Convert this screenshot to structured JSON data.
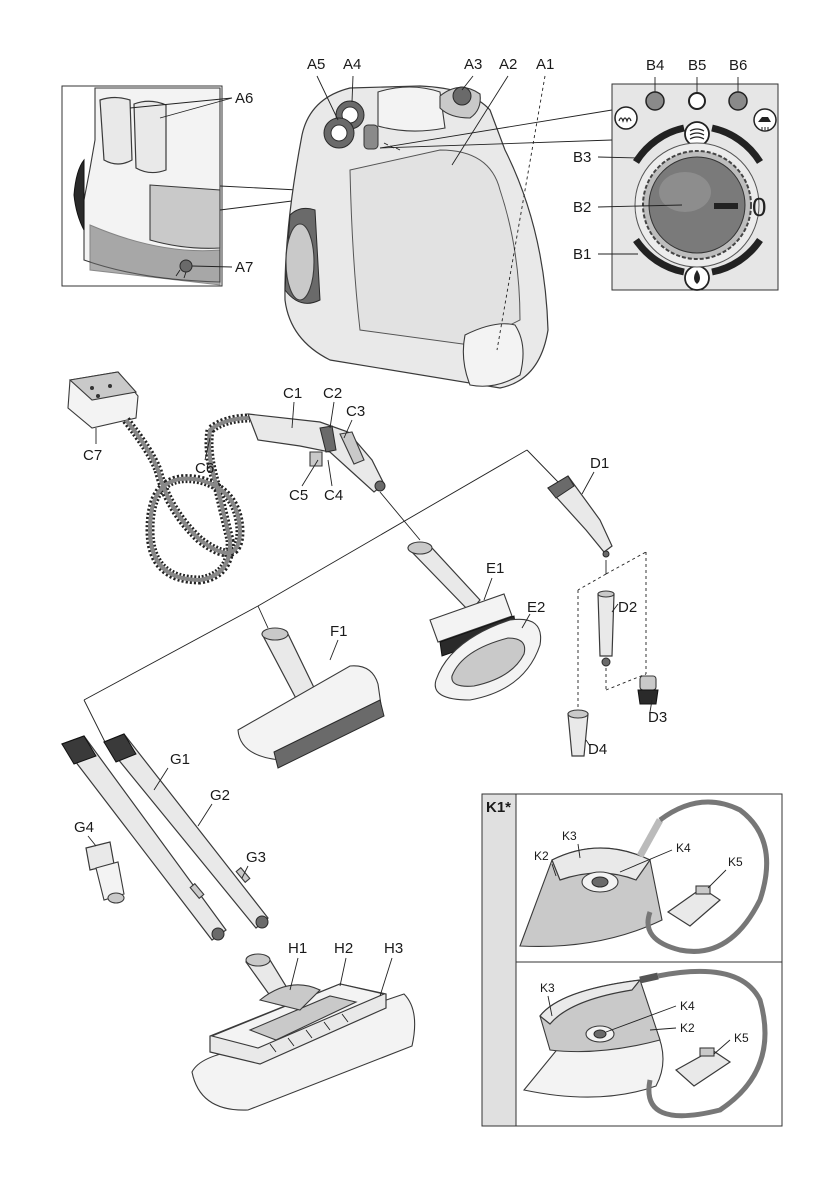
{
  "labels": {
    "A1": "A1",
    "A2": "A2",
    "A3": "A3",
    "A4": "A4",
    "A5": "A5",
    "A6": "A6",
    "A7": "A7",
    "B1": "B1",
    "B2": "B2",
    "B3": "B3",
    "B4": "B4",
    "B5": "B5",
    "B6": "B6",
    "B_zero": "0",
    "C1": "C1",
    "C2": "C2",
    "C3": "C3",
    "C4": "C4",
    "C5": "C5",
    "C6": "C6",
    "C7": "C7",
    "D1": "D1",
    "D2": "D2",
    "D3": "D3",
    "D4": "D4",
    "E1": "E1",
    "E2": "E2",
    "F1": "F1",
    "G1": "G1",
    "G2": "G2",
    "G3": "G3",
    "G4": "G4",
    "H1": "H1",
    "H2": "H2",
    "H3": "H3",
    "K1": "K1*",
    "K_top": {
      "K2": "K2",
      "K3": "K3",
      "K4": "K4",
      "K5": "K5"
    },
    "K_bottom": {
      "K2": "K2",
      "K3": "K3",
      "K4": "K4",
      "K5": "K5"
    }
  },
  "colors": {
    "line": "#222222",
    "body": "#e9e9e9",
    "panel": "#e6e6e6",
    "knob": "#7a7a7a",
    "accent_dark": "#2a2a2a"
  },
  "icons": {
    "B3_icon": "steam-icon",
    "B1_icon": "water-drop-icon",
    "B4_side_icon": "heating-coil-icon",
    "B6_side_icon": "iron-steam-icon"
  }
}
